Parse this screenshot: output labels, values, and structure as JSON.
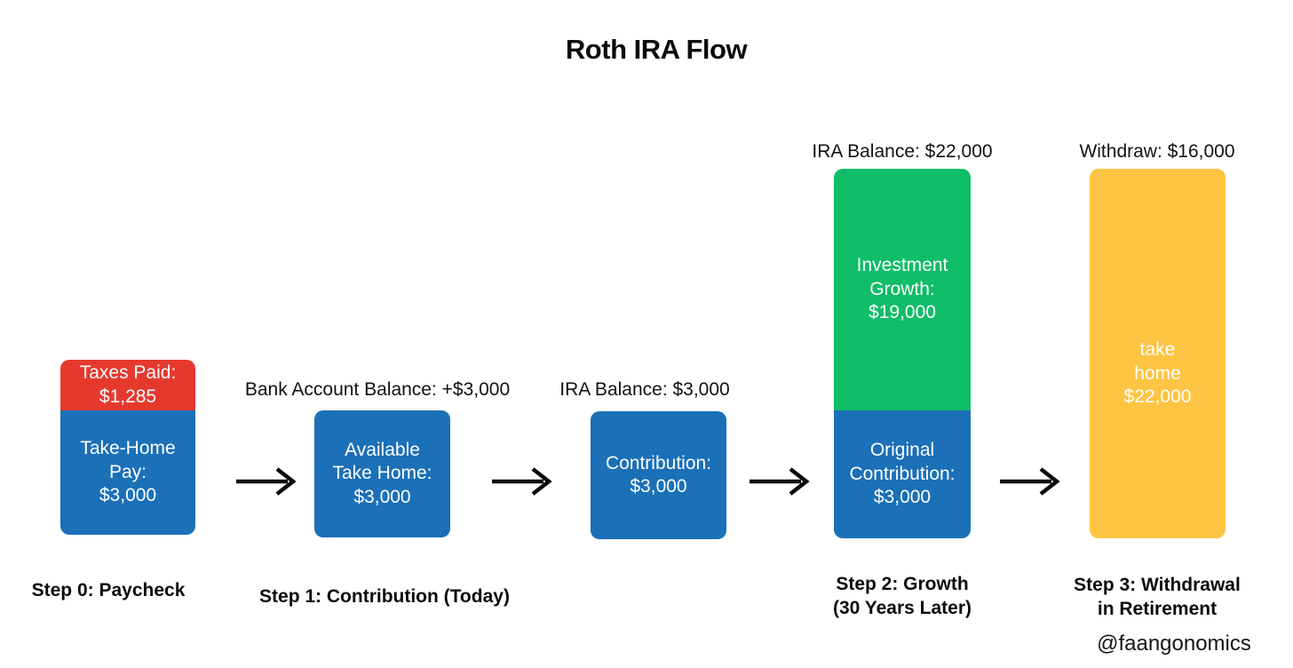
{
  "title": "Roth IRA Flow",
  "watermark": "@faangonomics",
  "colors": {
    "red": "#e5392e",
    "blue": "#1b70b7",
    "green": "#10bd68",
    "yellow": "#fec443",
    "arrow": "#0b0b0b",
    "text_dark": "#101010",
    "text_light": "#ffffff"
  },
  "labels": {
    "bank_account": "Bank Account Balance: +$3,000",
    "ira_balance_today": "IRA Balance: $3,000",
    "ira_balance_future": "IRA Balance: $22,000",
    "withdraw": "Withdraw: $16,000"
  },
  "boxes": {
    "taxes": {
      "lines": [
        "Taxes Paid:",
        "$1,285"
      ]
    },
    "take_home_pay": {
      "lines": [
        "Take-Home",
        "Pay:",
        "$3,000"
      ]
    },
    "available_take_home": {
      "lines": [
        "Available",
        "Take Home:",
        "$3,000"
      ]
    },
    "contribution": {
      "lines": [
        "Contribution:",
        "$3,000"
      ]
    },
    "investment_growth": {
      "lines": [
        "Investment",
        "Growth:",
        "$19,000"
      ]
    },
    "original_contribution": {
      "lines": [
        "Original",
        "Contribution:",
        "$3,000"
      ]
    },
    "retirement_take_home": {
      "lines": [
        "take",
        "home",
        "$22,000"
      ]
    }
  },
  "captions": {
    "step0": [
      "Step 0: Paycheck"
    ],
    "step1": [
      "Step 1: Contribution (Today)"
    ],
    "step2": [
      "Step 2: Growth",
      "(30 Years Later)"
    ],
    "step3": [
      "Step 3: Withdrawal",
      "in Retirement"
    ]
  }
}
